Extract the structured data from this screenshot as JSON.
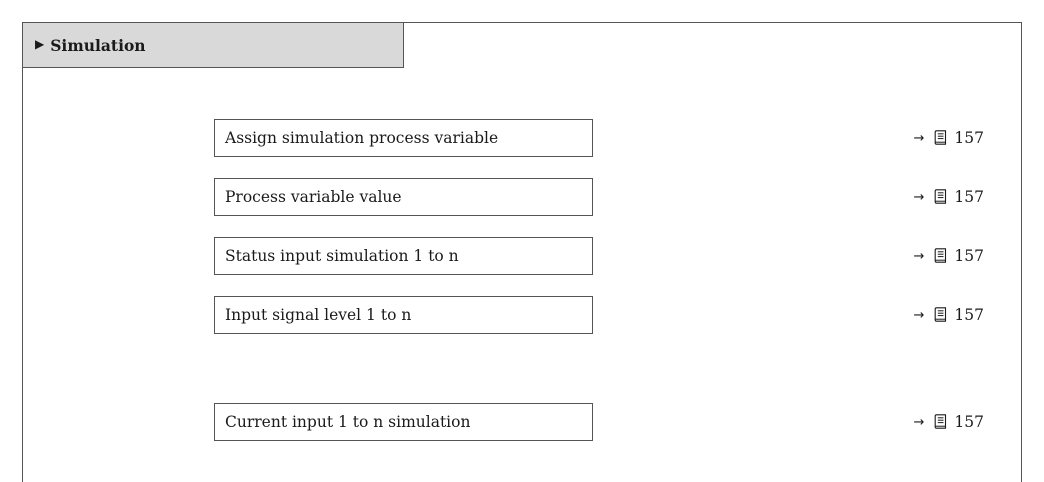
{
  "menu": {
    "title": "Simulation",
    "expand_icon": "triangle-right-icon"
  },
  "parameters": [
    {
      "label": "Assign simulation process variable",
      "page": "157"
    },
    {
      "label": "Process variable value",
      "page": "157"
    },
    {
      "label": "Status input simulation 1 to n",
      "page": "157"
    },
    {
      "label": "Input signal level 1 to n",
      "page": "157"
    },
    {
      "label": "Current input 1 to n simulation",
      "page": "157"
    }
  ],
  "icons": {
    "reference_arrow": "arrow-right-icon",
    "page_reference": "book-icon"
  }
}
